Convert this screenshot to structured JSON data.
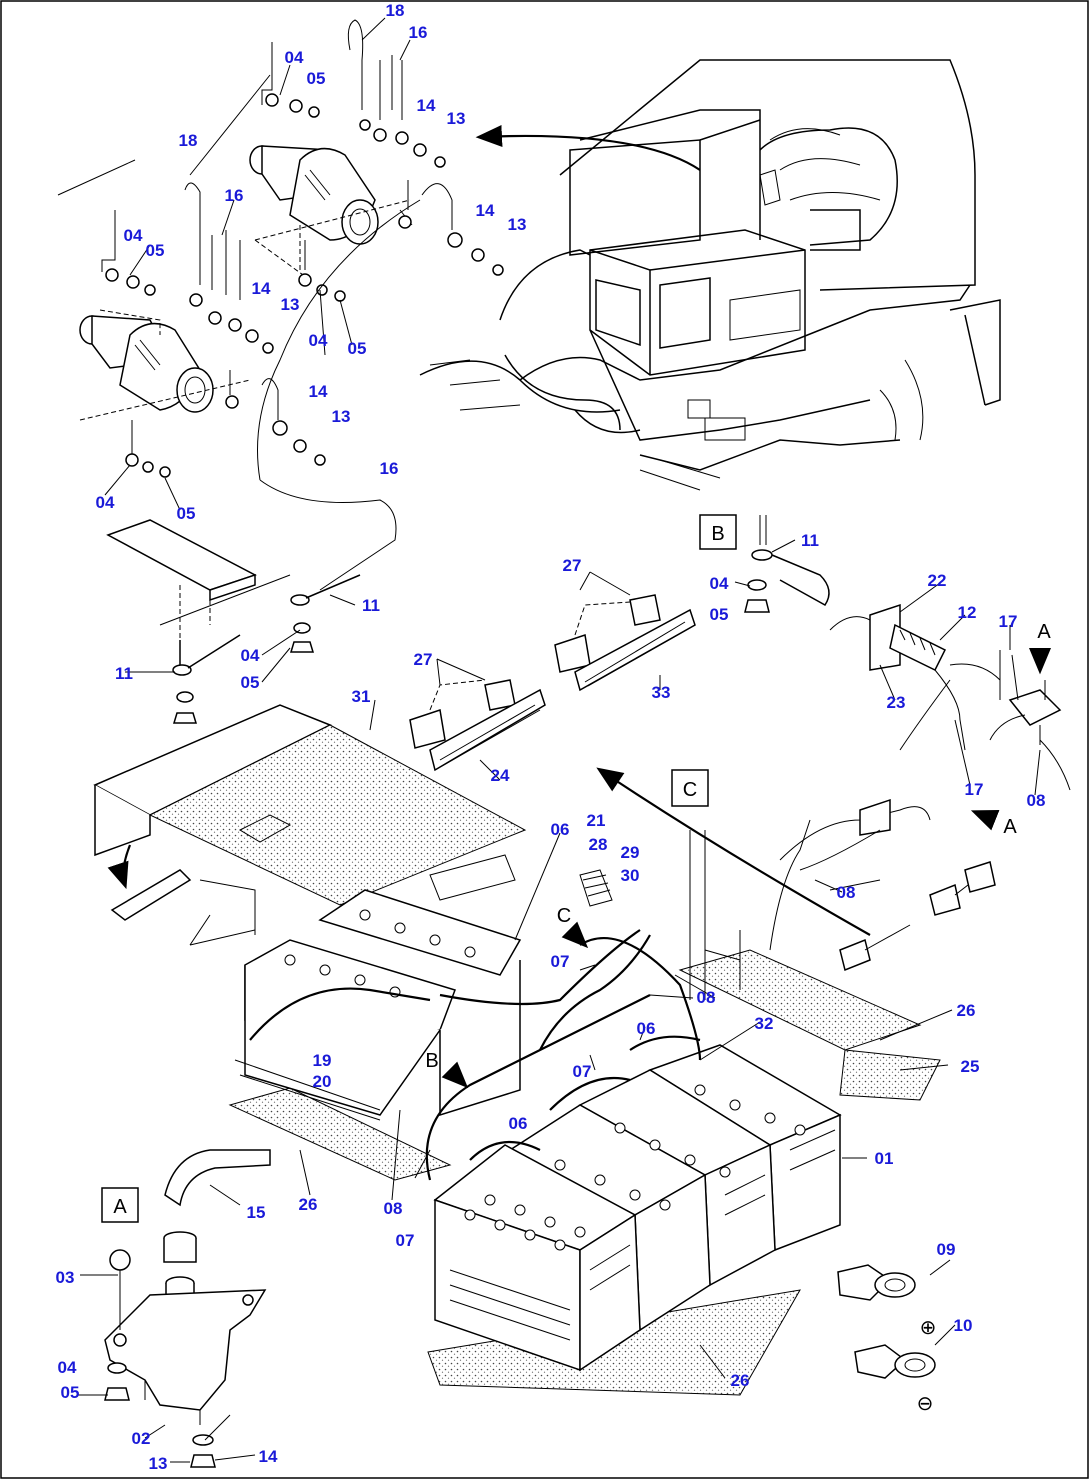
{
  "callouts": [
    {
      "id": "c18a",
      "text": "18"
    },
    {
      "id": "c16a",
      "text": "16"
    },
    {
      "id": "c04a",
      "text": "04"
    },
    {
      "id": "c05a",
      "text": "05"
    },
    {
      "id": "c14a",
      "text": "14"
    },
    {
      "id": "c13a",
      "text": "13"
    },
    {
      "id": "c18b",
      "text": "18"
    },
    {
      "id": "c16b",
      "text": "16"
    },
    {
      "id": "c14b",
      "text": "14"
    },
    {
      "id": "c13b",
      "text": "13"
    },
    {
      "id": "c04b",
      "text": "04"
    },
    {
      "id": "c05b",
      "text": "05"
    },
    {
      "id": "c14c",
      "text": "14"
    },
    {
      "id": "c13c",
      "text": "13"
    },
    {
      "id": "c04c",
      "text": "04"
    },
    {
      "id": "c05c",
      "text": "05"
    },
    {
      "id": "c14d",
      "text": "14"
    },
    {
      "id": "c13d",
      "text": "13"
    },
    {
      "id": "c04d",
      "text": "04"
    },
    {
      "id": "c05d",
      "text": "05"
    },
    {
      "id": "c16c",
      "text": "16"
    },
    {
      "id": "c11a",
      "text": "11"
    },
    {
      "id": "c11b",
      "text": "11"
    },
    {
      "id": "c04e",
      "text": "04"
    },
    {
      "id": "c05e",
      "text": "05"
    },
    {
      "id": "c11c",
      "text": "11"
    },
    {
      "id": "c04f",
      "text": "04"
    },
    {
      "id": "c05f",
      "text": "05"
    },
    {
      "id": "c27a",
      "text": "27"
    },
    {
      "id": "c22",
      "text": "22"
    },
    {
      "id": "c12",
      "text": "12"
    },
    {
      "id": "c17a",
      "text": "17"
    },
    {
      "id": "c23",
      "text": "23"
    },
    {
      "id": "c33",
      "text": "33"
    },
    {
      "id": "c27b",
      "text": "27"
    },
    {
      "id": "c31",
      "text": "31"
    },
    {
      "id": "c24",
      "text": "24"
    },
    {
      "id": "c17b",
      "text": "17"
    },
    {
      "id": "c08a",
      "text": "08"
    },
    {
      "id": "c06a",
      "text": "06"
    },
    {
      "id": "c21",
      "text": "21"
    },
    {
      "id": "c28",
      "text": "28"
    },
    {
      "id": "c29",
      "text": "29"
    },
    {
      "id": "c30",
      "text": "30"
    },
    {
      "id": "c08b",
      "text": "08"
    },
    {
      "id": "c07a",
      "text": "07"
    },
    {
      "id": "c08c",
      "text": "08"
    },
    {
      "id": "c26a",
      "text": "26"
    },
    {
      "id": "c06b",
      "text": "06"
    },
    {
      "id": "c32",
      "text": "32"
    },
    {
      "id": "c19",
      "text": "19"
    },
    {
      "id": "c20",
      "text": "20"
    },
    {
      "id": "c25",
      "text": "25"
    },
    {
      "id": "c07b",
      "text": "07"
    },
    {
      "id": "c06c",
      "text": "06"
    },
    {
      "id": "c01",
      "text": "01"
    },
    {
      "id": "c15",
      "text": "15"
    },
    {
      "id": "c26b",
      "text": "26"
    },
    {
      "id": "c08d",
      "text": "08"
    },
    {
      "id": "c07c",
      "text": "07"
    },
    {
      "id": "c09",
      "text": "09"
    },
    {
      "id": "c03",
      "text": "03"
    },
    {
      "id": "c10",
      "text": "10"
    },
    {
      "id": "c04g",
      "text": "04"
    },
    {
      "id": "c05g",
      "text": "05"
    },
    {
      "id": "c26c",
      "text": "26"
    },
    {
      "id": "c02",
      "text": "02"
    },
    {
      "id": "c13e",
      "text": "13"
    },
    {
      "id": "c14e",
      "text": "14"
    }
  ],
  "view_markers": {
    "box_b": "B",
    "box_c": "C",
    "box_a": "A",
    "arrow_a_upper": "A",
    "arrow_a_lower": "A",
    "arrow_c_inline": "C",
    "arrow_b_inline": "B"
  },
  "polarity": {
    "plus": "⊕",
    "minus": "⊖"
  }
}
